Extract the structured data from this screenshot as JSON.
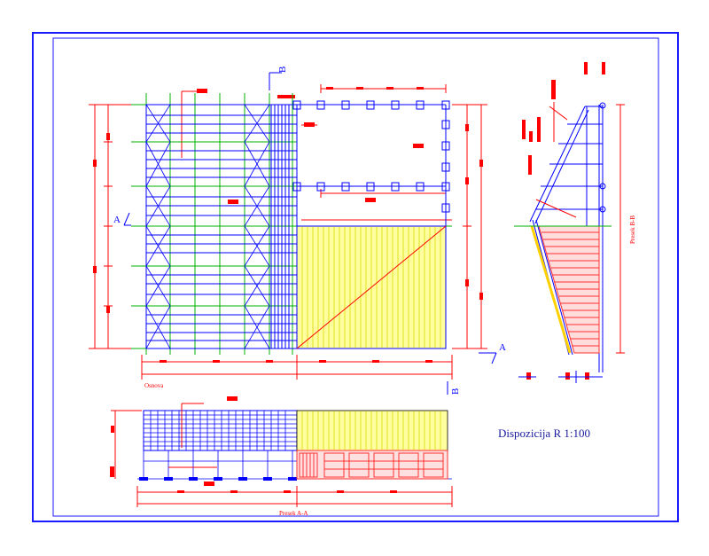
{
  "labels": {
    "plan": "Osnova",
    "section_aa": "Presek A-A",
    "section_bb": "Presek B-B",
    "title": "Dispozicija   R 1:100",
    "mark_a": "A",
    "mark_b": "B"
  },
  "colors": {
    "frame": "#1a1aff",
    "steel": "#0000ff",
    "dim": "#ff0000",
    "axis": "#00b000",
    "panel_fill": "#ffffa0",
    "panel_line": "#d8d800",
    "brick": "#ff3030",
    "yellow": "#ffd000"
  }
}
